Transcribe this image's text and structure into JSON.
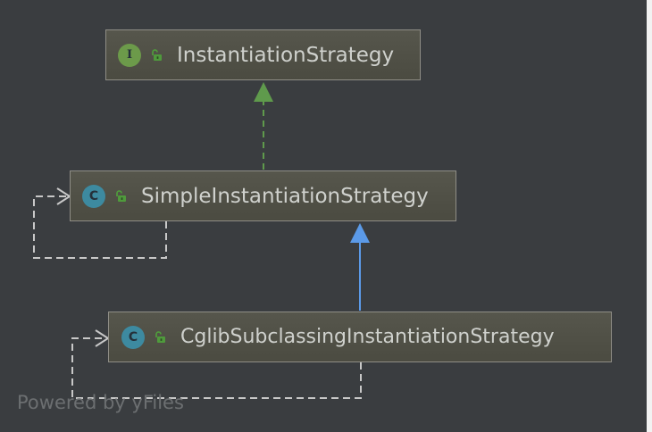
{
  "nodes": [
    {
      "id": "instantiation-strategy",
      "label": "InstantiationStrategy",
      "kind": "interface",
      "badge": "I"
    },
    {
      "id": "simple-instantiation-strategy",
      "label": "SimpleInstantiationStrategy",
      "kind": "class",
      "badge": "C"
    },
    {
      "id": "cglib-subclassing-instantiation-strategy",
      "label": "CglibSubclassingInstantiationStrategy",
      "kind": "class",
      "badge": "C"
    }
  ],
  "edges": [
    {
      "from": "simple-instantiation-strategy",
      "to": "instantiation-strategy",
      "type": "implements"
    },
    {
      "from": "cglib-subclassing-instantiation-strategy",
      "to": "simple-instantiation-strategy",
      "type": "extends"
    },
    {
      "from": "simple-instantiation-strategy",
      "to": "simple-instantiation-strategy",
      "type": "self-dependency"
    },
    {
      "from": "cglib-subclassing-instantiation-strategy",
      "to": "cglib-subclassing-instantiation-strategy",
      "type": "self-dependency"
    }
  ],
  "icons": {
    "interface_badge": "interface-icon",
    "class_badge": "class-icon",
    "visibility": "unlock-icon"
  },
  "colors": {
    "background": "#3a3d40",
    "node_fill": "#4f4f45",
    "node_border": "#8f8e86",
    "interface_badge": "#6c9a4a",
    "class_badge": "#3d8aa0",
    "implements_edge": "#5f9a4c",
    "extends_edge": "#5b9ae8",
    "dependency_edge": "#c8c8c8"
  },
  "watermark": "Powered by yFiles"
}
